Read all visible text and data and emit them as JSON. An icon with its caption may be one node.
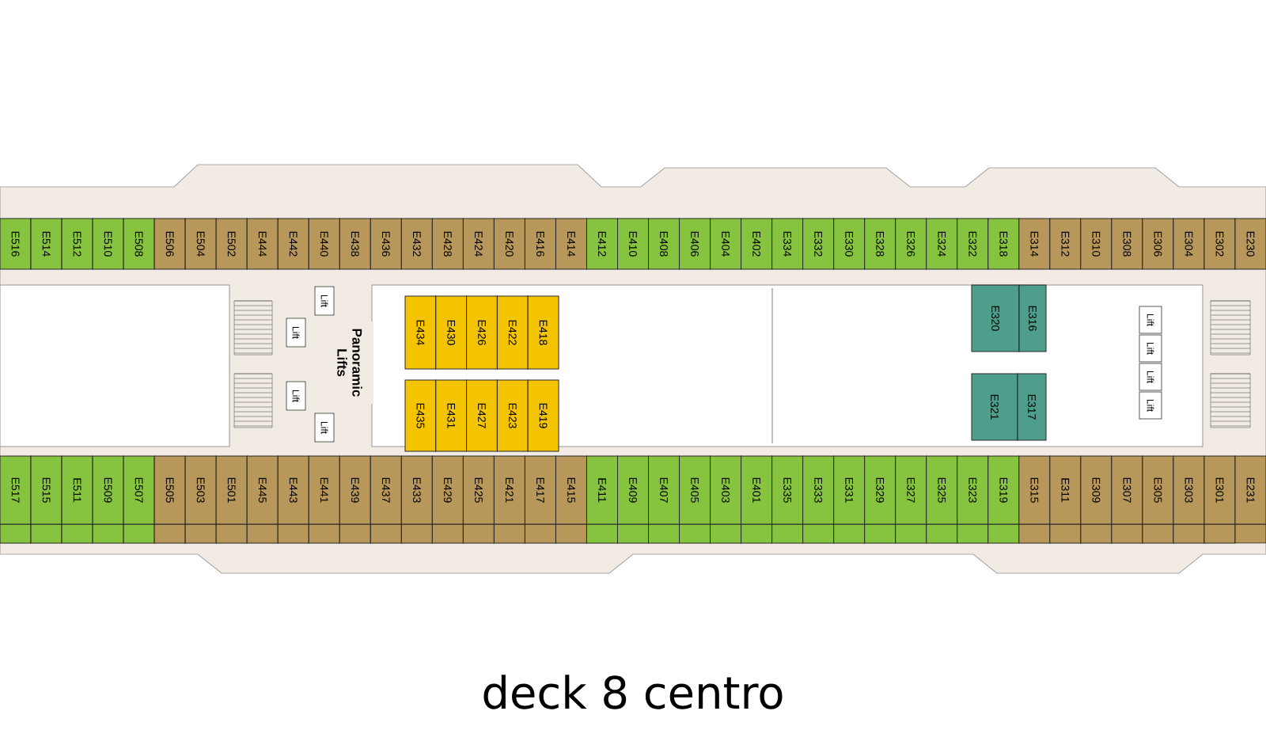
{
  "diagram": {
    "caption": "deck 8 centro",
    "nodes": [
      {
        "text": [
          "E516"
        ]
      },
      {
        "text": [
          "E514"
        ]
      },
      {
        "text": [
          "E512"
        ]
      },
      {
        "text": [
          "E510"
        ]
      },
      {
        "text": [
          "E508"
        ]
      },
      {
        "text": [
          "E506"
        ]
      },
      {
        "text": [
          "E504"
        ]
      },
      {
        "text": [
          "E502"
        ]
      },
      {
        "text": [
          "E444"
        ]
      },
      {
        "text": [
          "E442"
        ]
      },
      {
        "text": [
          "E440"
        ]
      },
      {
        "text": [
          "E438"
        ]
      },
      {
        "text": [
          "E436"
        ]
      },
      {
        "text": [
          "E432"
        ]
      },
      {
        "text": [
          "E428"
        ]
      },
      {
        "text": [
          "E424"
        ]
      },
      {
        "text": [
          "E420"
        ]
      },
      {
        "text": [
          "E416"
        ]
      },
      {
        "text": [
          "E414"
        ]
      },
      {
        "text": [
          "E412"
        ]
      },
      {
        "text": [
          "E410"
        ]
      },
      {
        "text": [
          "E408"
        ]
      },
      {
        "text": [
          "E406"
        ]
      },
      {
        "text": [
          "E404"
        ]
      },
      {
        "text": [
          "E402"
        ]
      },
      {
        "text": [
          "E334"
        ]
      },
      {
        "text": [
          "E332"
        ]
      },
      {
        "text": [
          "E330"
        ]
      },
      {
        "text": [
          "E328"
        ]
      },
      {
        "text": [
          "E326"
        ]
      },
      {
        "text": [
          "E324"
        ]
      },
      {
        "text": [
          "E322"
        ]
      },
      {
        "text": [
          "E318"
        ]
      },
      {
        "text": [
          "E314"
        ]
      },
      {
        "text": [
          "E312"
        ]
      },
      {
        "text": [
          "E310"
        ]
      },
      {
        "text": [
          "E308"
        ]
      },
      {
        "text": [
          "E306"
        ]
      },
      {
        "text": [
          "E304"
        ]
      },
      {
        "text": [
          "E302"
        ]
      },
      {
        "text": [
          "E230"
        ]
      },
      {
        "text": [
          "Lift"
        ]
      },
      {
        "text": [
          "Lift"
        ]
      },
      {
        "text": [
          "Panoramic Lifts"
        ]
      },
      {
        "text": [
          "Lift"
        ]
      },
      {
        "text": [
          "Lift"
        ]
      },
      {
        "text": [
          "E434"
        ]
      },
      {
        "text": [
          "E430"
        ]
      },
      {
        "text": [
          "E426"
        ]
      },
      {
        "text": [
          "E422"
        ]
      },
      {
        "text": [
          "E418"
        ]
      },
      {
        "text": [
          "E435"
        ]
      },
      {
        "text": [
          "E431"
        ]
      },
      {
        "text": [
          "E427"
        ]
      },
      {
        "text": [
          "E423"
        ]
      },
      {
        "text": [
          "E419"
        ]
      },
      {
        "text": [
          "E320"
        ]
      },
      {
        "text": [
          "E316"
        ]
      },
      {
        "text": [
          "E321"
        ]
      },
      {
        "text": [
          "E317"
        ]
      },
      {
        "text": [
          "Lift"
        ]
      },
      {
        "text": [
          "Lift"
        ]
      },
      {
        "text": [
          "Lift"
        ]
      },
      {
        "text": [
          "Lift"
        ]
      },
      {
        "text": [
          "E517"
        ]
      },
      {
        "text": [
          "E515"
        ]
      },
      {
        "text": [
          "E511"
        ]
      },
      {
        "text": [
          "E509"
        ]
      },
      {
        "text": [
          "E507"
        ]
      },
      {
        "text": [
          "E505"
        ]
      },
      {
        "text": [
          "E503"
        ]
      },
      {
        "text": [
          "E501"
        ]
      },
      {
        "text": [
          "E445"
        ]
      },
      {
        "text": [
          "E443"
        ]
      },
      {
        "text": [
          "E441"
        ]
      },
      {
        "text": [
          "E439"
        ]
      },
      {
        "text": [
          "E437"
        ]
      },
      {
        "text": [
          "E433"
        ]
      },
      {
        "text": [
          "E429"
        ]
      },
      {
        "text": [
          "E425"
        ]
      },
      {
        "text": [
          "E421"
        ]
      },
      {
        "text": [
          "E417"
        ]
      },
      {
        "text": [
          "E415"
        ]
      },
      {
        "text": [
          "E411"
        ]
      },
      {
        "text": [
          "E409"
        ]
      },
      {
        "text": [
          "E407"
        ]
      },
      {
        "text": [
          "E405"
        ]
      },
      {
        "text": [
          "E403"
        ]
      },
      {
        "text": [
          "E401"
        ]
      },
      {
        "text": [
          "E335"
        ]
      },
      {
        "text": [
          "E333"
        ]
      },
      {
        "text": [
          "E331"
        ]
      },
      {
        "text": [
          "E329"
        ]
      },
      {
        "text": [
          "E327"
        ]
      },
      {
        "text": [
          "E325"
        ]
      },
      {
        "text": [
          "E323"
        ]
      },
      {
        "text": [
          "E319"
        ]
      },
      {
        "text": [
          "E315"
        ]
      },
      {
        "text": [
          "E311"
        ]
      },
      {
        "text": [
          "E309"
        ]
      },
      {
        "text": [
          "E307"
        ]
      },
      {
        "text": [
          "E305"
        ]
      },
      {
        "text": [
          "E303"
        ]
      },
      {
        "text": [
          "E301"
        ]
      },
      {
        "text": [
          "E231"
        ]
      }
    ]
  }
}
